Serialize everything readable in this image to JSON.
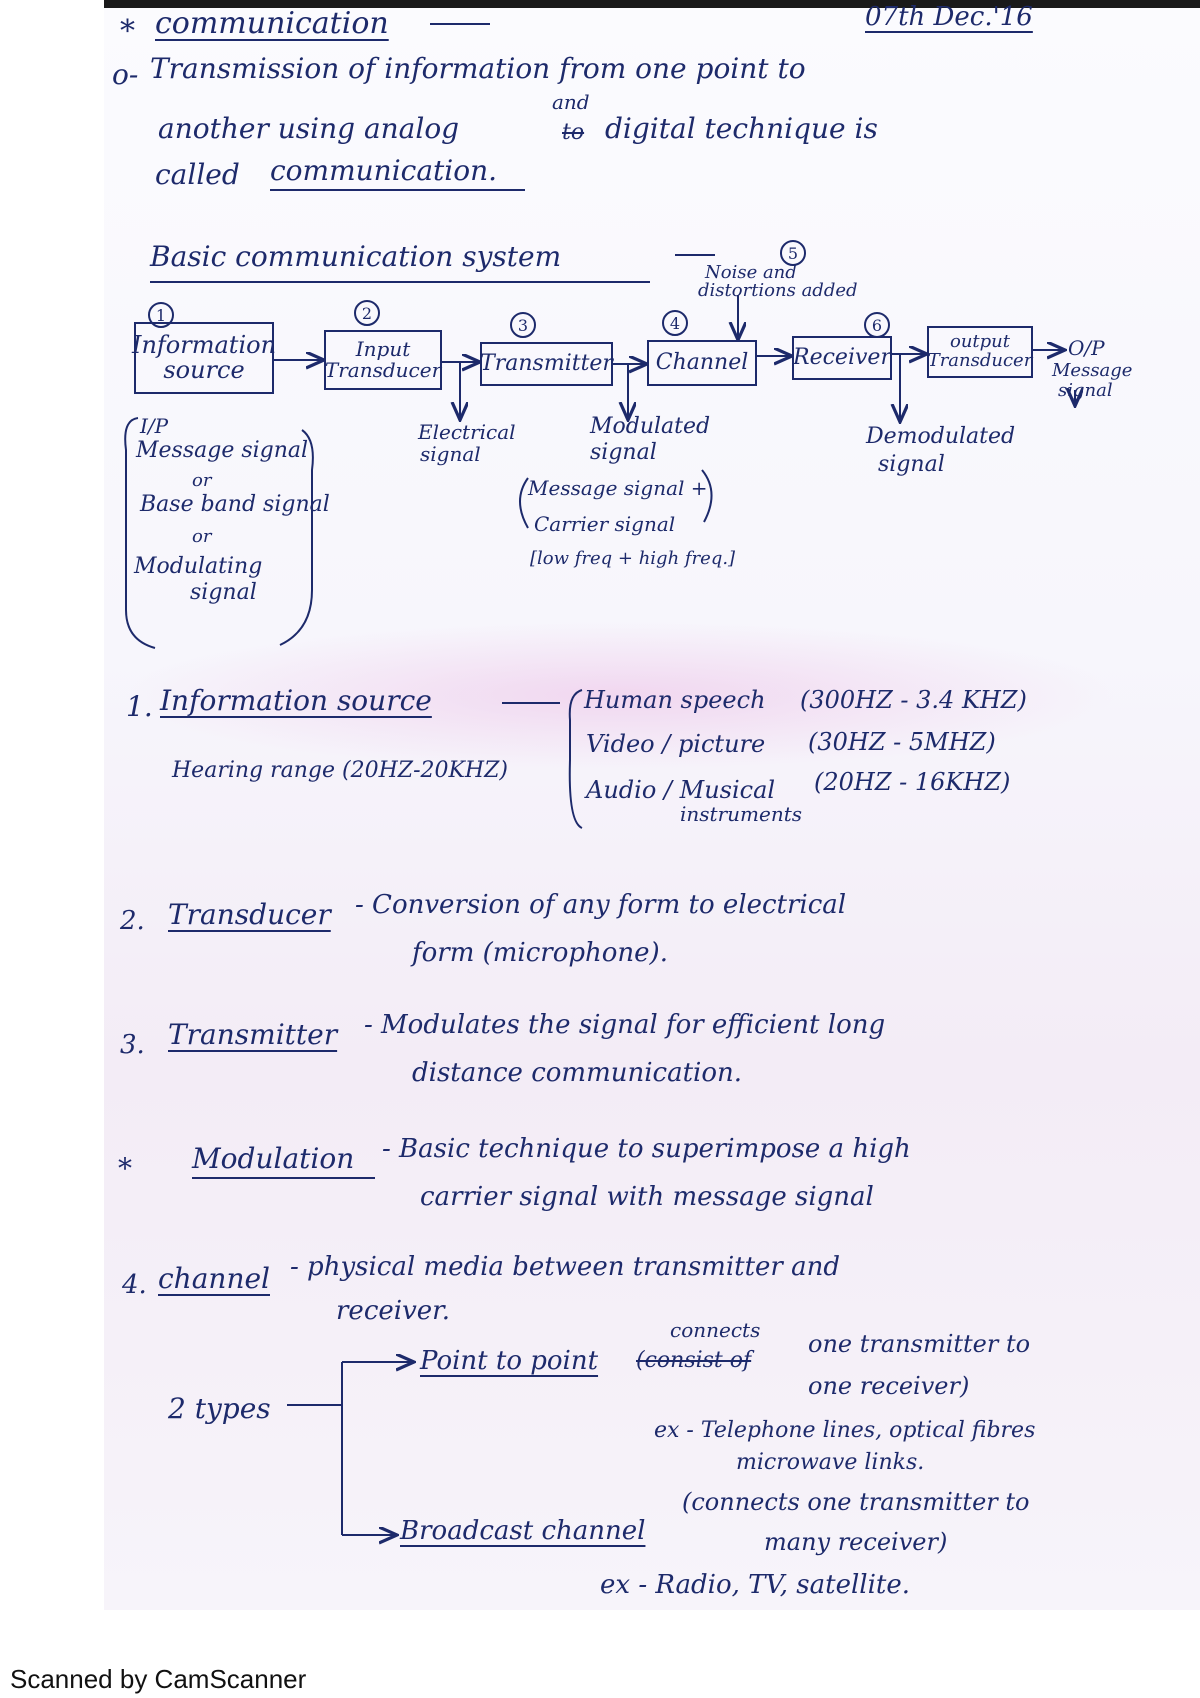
{
  "header": {
    "title_mark": "*",
    "title": "communication",
    "date": "07th Dec.'16"
  },
  "definition": {
    "bullet": "o-",
    "line1": "Transmission of information from one point to",
    "line2_a": "another using analog",
    "line2_insert": "and",
    "line2_struck": "to",
    "line2_b": "digital technique is",
    "line3_a": "called",
    "line3_b": "communication."
  },
  "diagram": {
    "heading": "Basic communication system",
    "noise_num": "5",
    "noise_label": [
      "Noise and",
      "distortions added"
    ],
    "blocks": [
      {
        "num": "1",
        "label": [
          "Information",
          "source"
        ]
      },
      {
        "num": "2",
        "label": [
          "Input",
          "Transducer"
        ]
      },
      {
        "num": "3",
        "label": [
          "Transmitter"
        ]
      },
      {
        "num": "4",
        "label": [
          "Channel"
        ]
      },
      {
        "num": "6",
        "label": [
          "Receiver"
        ]
      },
      {
        "num": "",
        "label": [
          "output",
          "Transducer"
        ]
      }
    ],
    "output_label": [
      "O/P",
      "Message",
      "signal"
    ],
    "input_label": [
      "I/P",
      "Message signal",
      "or",
      "Base band signal",
      "or",
      "Modulating",
      "signal"
    ],
    "electrical_label": [
      "Electrical",
      "signal"
    ],
    "modulated_label": [
      "Modulated",
      "signal"
    ],
    "modulated_detail": [
      "Message signal +",
      "Carrier signal",
      "[low freq + high freq.]"
    ],
    "demodulated_label": [
      "Demodulated",
      "signal"
    ]
  },
  "items": {
    "info_num": "1.",
    "info_title": "Information source",
    "info_sub": "Hearing range (20HZ-20KHZ)",
    "info_list": [
      {
        "name": "Human speech",
        "range": "(300HZ - 3.4 KHZ)"
      },
      {
        "name": "Video / picture",
        "range": "(30HZ - 5MHZ)"
      },
      {
        "name": "Audio / Musical",
        "range": "(20HZ - 16KHZ)"
      }
    ],
    "info_list_extra": "instruments",
    "transducer_num": "2.",
    "transducer_title": "Transducer",
    "transducer_text": [
      "- Conversion of any form to electrical",
      "form (microphone)."
    ],
    "transmitter_num": "3.",
    "transmitter_title": "Transmitter",
    "transmitter_text": [
      "- Modulates the signal for efficient long",
      "distance communication."
    ],
    "modulation_num": "*",
    "modulation_title": "Modulation",
    "modulation_text": [
      "- Basic technique to superimpose a high",
      "carrier signal with message signal"
    ],
    "channel_num": "4.",
    "channel_title": "channel",
    "channel_text": [
      "- physical media between transmitter and",
      "receiver."
    ],
    "types_label": "2 types",
    "type1_title": "Point to point",
    "type1_struck": "(consist of",
    "type1_insert": "connects",
    "type1_text": [
      "one transmitter to",
      "one receiver)"
    ],
    "type1_ex": [
      "ex - Telephone lines, optical fibres",
      "microwave links."
    ],
    "type2_title": "Broadcast channel",
    "type2_text": [
      "(connects one transmitter to",
      "many receiver)"
    ],
    "type2_ex": "ex - Radio, TV, satellite."
  },
  "footer": "Scanned by CamScanner"
}
